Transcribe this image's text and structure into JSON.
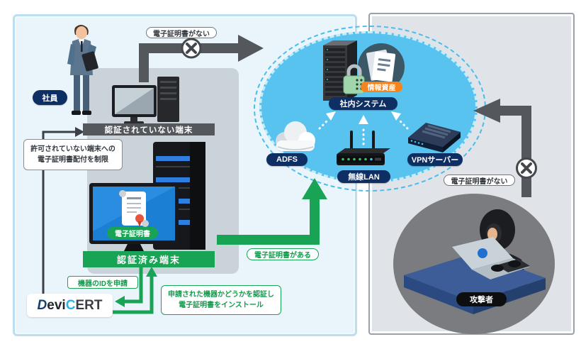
{
  "colors": {
    "green": "#19a455",
    "navy": "#0e2f63",
    "orange": "#f5841e",
    "arrow_gray": "#54585c",
    "cloud_blue": "#58c3ef"
  },
  "left_panel": {
    "employee": "社員",
    "no_cert_bubble": "電子証明書がない",
    "unauthenticated_device": "認証されていない端末",
    "restriction_line1": "許可されていない端末への",
    "restriction_line2": "電子証明書配付を制限",
    "certificate": "電子証明書",
    "authenticated_device": "認証済み端末",
    "request_device_id": "機器のIDを申請",
    "install_line1": "申請された機器かどうかを認証し",
    "install_line2": "電子証明書をインストール",
    "has_cert_bubble": "電子証明書がある",
    "brand": {
      "d": "D",
      "evi": "evi",
      "c": "C",
      "ert": "ERT"
    }
  },
  "cloud": {
    "internal_system": "社内システム",
    "information_asset": "情報資産",
    "adfs": "ADFS",
    "wireless_lan": "無線LAN",
    "vpn_server": "VPNサーバー"
  },
  "right_panel": {
    "no_cert_bubble": "電子証明書がない",
    "attacker": "攻撃者"
  }
}
